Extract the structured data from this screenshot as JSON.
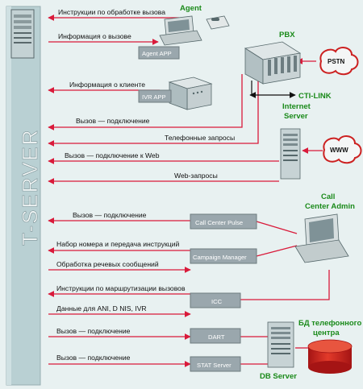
{
  "tserver": "T-SERVER",
  "nodes": {
    "agent": "Agent",
    "pbx": "PBX",
    "pstn": "PSTN",
    "cti_link": "CTI-LINK",
    "internet_server_line1": "Internet",
    "internet_server_line2": "Server",
    "www": "WWW",
    "call_center_admin_line1": "Call",
    "call_center_admin_line2": "Center Admin",
    "bd_line1": "БД телефонного",
    "bd_line2": "центра",
    "db_server": "DB Server"
  },
  "apps": {
    "agent_app": "Agent APP",
    "ivr_app": "IVR APP",
    "call_center_pulse": "Call Center Pulse",
    "campaign_manager": "Campaign Manager",
    "icc": "ICC",
    "dart": "DART",
    "stat_server": "STAT Server"
  },
  "links": {
    "l1": "Инструкции по обработке вызова",
    "l2": "Информация о вызове",
    "l3": "Информация о клиенте",
    "l4": "Вызов — подключение",
    "l5": "Телефонные запросы",
    "l6": "Вызов — подключение к Web",
    "l7": "Web-запросы",
    "l8": "Вызов — подключение",
    "l9": "Набор номера и передача инструкций",
    "l10": "Обработка речевых сообщений",
    "l11": "Инструкции по маршрутизации вызовов",
    "l12": "Данные для ANI, D NIS, IVR",
    "l13": "Вызов — подключение",
    "l14": "Вызов — подключение"
  },
  "colors": {
    "arrow": "#d91a3a",
    "panel": "#b9d0d3",
    "app_box": "#9aa7ad",
    "green_label": "#1a8a1a",
    "db_cylinder": "#cc2020"
  }
}
